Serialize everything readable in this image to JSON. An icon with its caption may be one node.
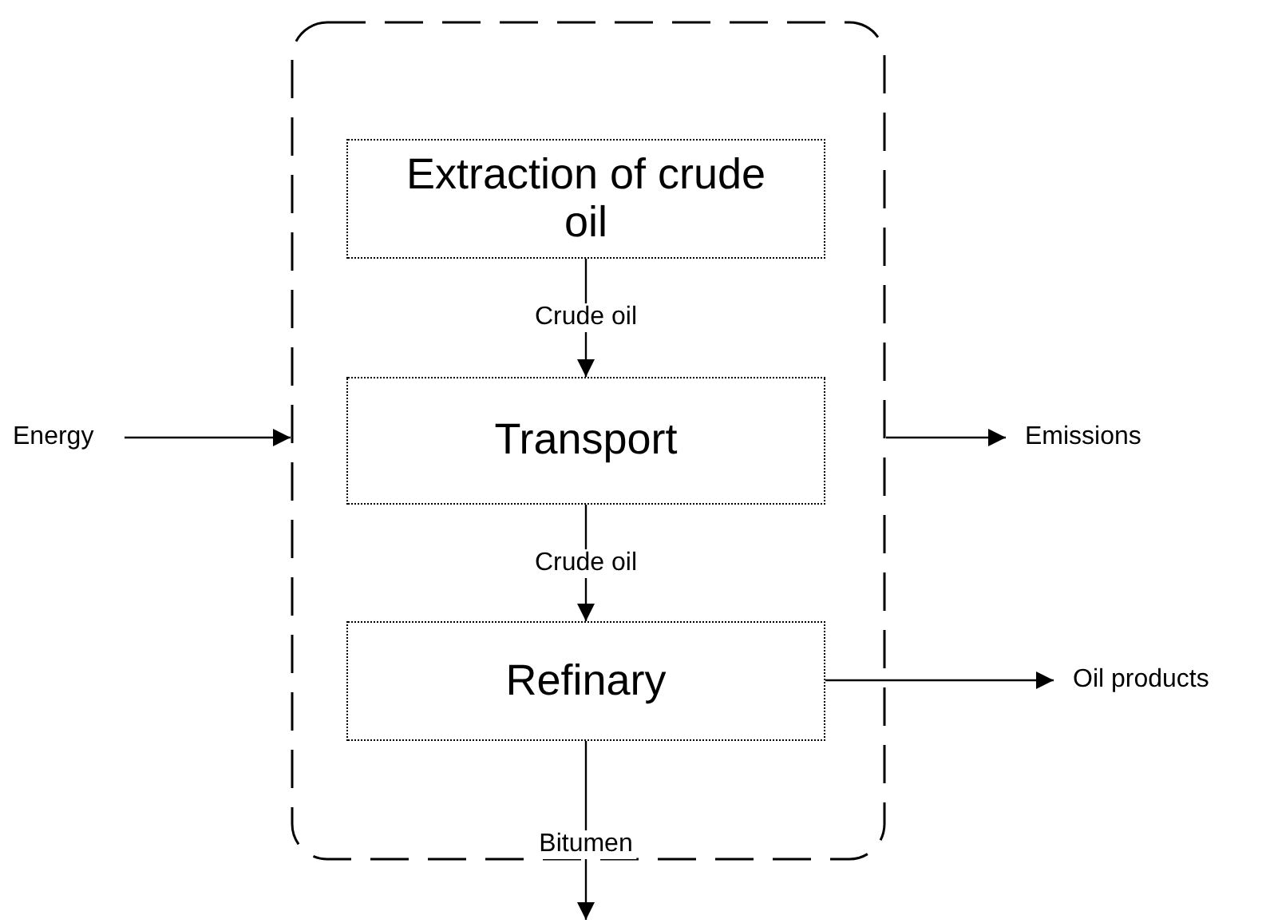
{
  "diagram": {
    "nodes": [
      {
        "text": [],
        "shape": "box"
      },
      {
        "text": [
          "Extraction of crude oil"
        ],
        "in": 0
      },
      {
        "text": [
          "Transport"
        ],
        "in": 0
      },
      {
        "text": [
          "Refinary"
        ],
        "in": 0
      },
      {
        "text": [
          "Energy"
        ]
      },
      {
        "text": [
          "Emissions"
        ]
      },
      {
        "text": [
          "Oil products"
        ]
      }
    ],
    "edges": [
      {
        "from": 1,
        "to": 2,
        "label": "Crude oil",
        "arrow": "to"
      },
      {
        "from": 2,
        "to": 3,
        "label": "Crude oil",
        "arrow": "to"
      },
      {
        "from": 3,
        "to": null,
        "label": "Bitumen",
        "arrow": "to"
      },
      {
        "from": 4,
        "to": 0,
        "arrow": "to"
      },
      {
        "from": 0,
        "to": 5,
        "arrow": "to"
      },
      {
        "from": 3,
        "to": 6,
        "arrow": "to"
      }
    ]
  }
}
